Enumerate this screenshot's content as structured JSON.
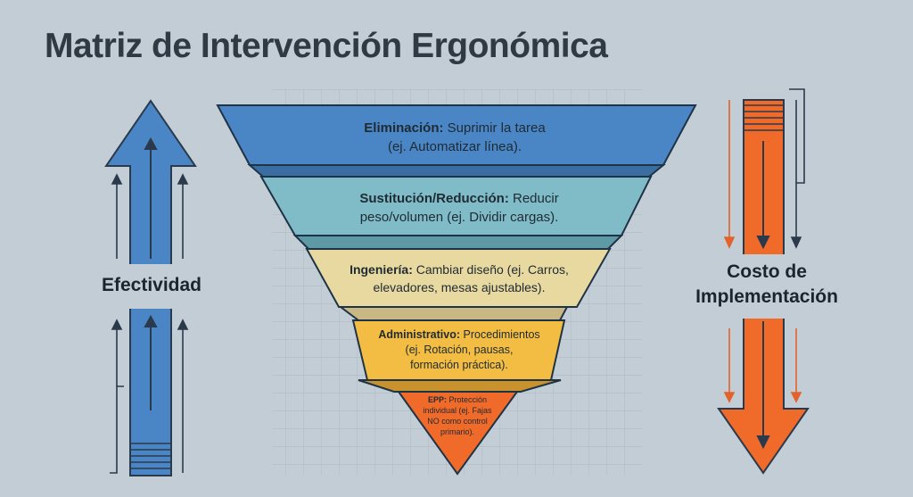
{
  "title": "Matriz de Intervención Ergonómica",
  "left_axis": {
    "label": "Efectividad",
    "color": "#4a86c5"
  },
  "right_axis": {
    "label_line1": "Costo de",
    "label_line2": "Implementación",
    "color": "#f06a2a"
  },
  "levels": [
    {
      "head": "Eliminación:",
      "line1_rest": " Suprimir la tarea",
      "line2": "(ej. Automatizar línea).",
      "line3": "",
      "line4": "",
      "color": "#4a86c5"
    },
    {
      "head": "Sustitución/Reducción:",
      "line1_rest": " Reducir",
      "line2": "peso/volumen (ej. Dividir cargas).",
      "line3": "",
      "line4": "",
      "color": "#7fbcc8"
    },
    {
      "head": "Ingeniería:",
      "line1_rest": " Cambiar diseño (ej. Carros,",
      "line2": "elevadores, mesas ajustables).",
      "line3": "",
      "line4": "",
      "color": "#e7d9a0"
    },
    {
      "head": "Administrativo:",
      "line1_rest": " Procedimientos",
      "line2": "(ej. Rotación, pausas,",
      "line3": "formación práctica).",
      "line4": "",
      "color": "#f2bd42"
    },
    {
      "head": "EPP:",
      "line1_rest": " Protección",
      "line2": "individual (ej. Fajas",
      "line3": "NO como control",
      "line4": "primario).",
      "color": "#f06a2a"
    }
  ]
}
